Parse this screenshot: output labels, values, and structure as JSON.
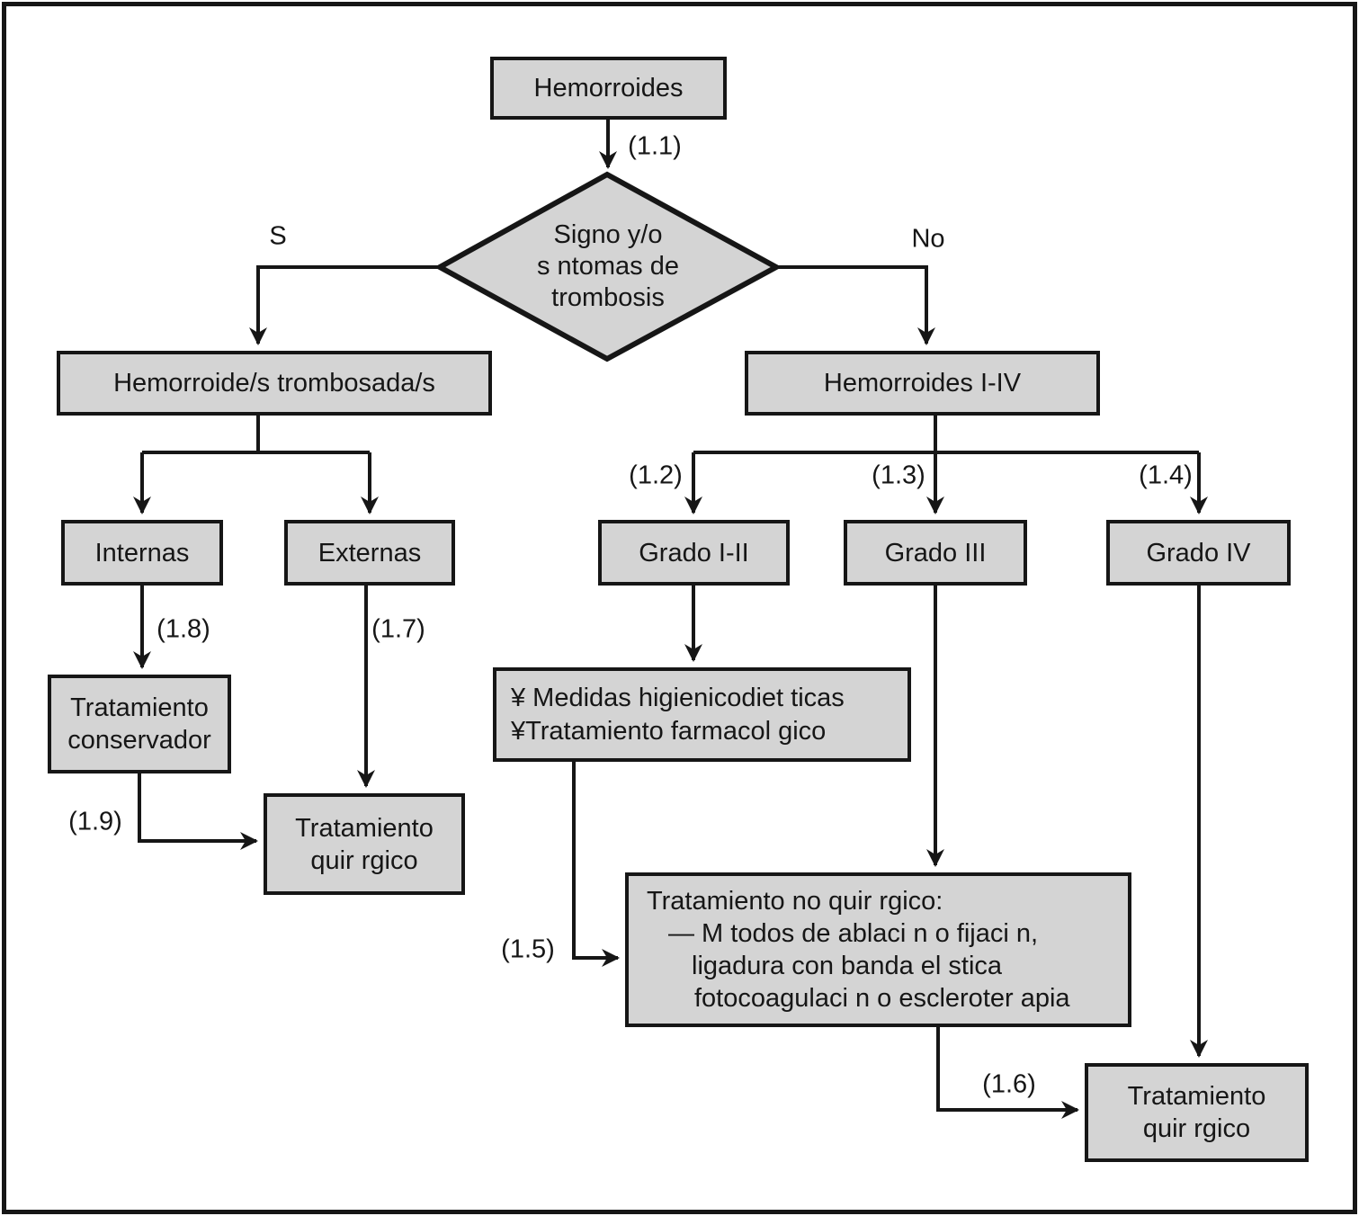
{
  "palette": {
    "background": "#ffffff",
    "box_fill": "#d4d4d4",
    "ink": "#161616"
  },
  "nodes": {
    "hemorroides": {
      "label": "Hemorroides"
    },
    "decision": {
      "lines": [
        "Signo y/o",
        "s ntomas de",
        "trombosis"
      ]
    },
    "trombosadas": {
      "label": "Hemorroide/s trombosada/s"
    },
    "hemorroides_i_iv": {
      "label": "Hemorroides I-IV"
    },
    "internas": {
      "label": "Internas"
    },
    "externas": {
      "label": "Externas"
    },
    "grado_i_ii": {
      "label": "Grado I-II"
    },
    "grado_iii": {
      "label": "Grado III"
    },
    "grado_iv": {
      "label": "Grado IV"
    },
    "conservador": {
      "lines": [
        "Tratamiento",
        "conservador"
      ]
    },
    "quirurgico_izq": {
      "lines": [
        "Tratamiento",
        "quir rgico"
      ]
    },
    "medidas": {
      "lines": [
        "¥ Medidas higienicodiet ticas",
        "¥Tratamiento farmacol gico"
      ]
    },
    "no_quirurgico": {
      "lines": [
        "Tratamiento no quir rgico:",
        "— M todos de ablaci n o fijaci n,",
        "ligadura con banda el stica",
        "fotocoagulaci n o escleroter apia"
      ]
    },
    "quirurgico_der": {
      "lines": [
        "Tratamiento",
        "quir rgico"
      ]
    }
  },
  "edge_labels": {
    "e11": "(1.1)",
    "e12": "(1.2)",
    "e13": "(1.3)",
    "e14": "(1.4)",
    "e15": "(1.5)",
    "e16": "(1.6)",
    "e17": "(1.7)",
    "e18": "(1.8)",
    "e19": "(1.9)",
    "yes": "S",
    "no": "No"
  }
}
